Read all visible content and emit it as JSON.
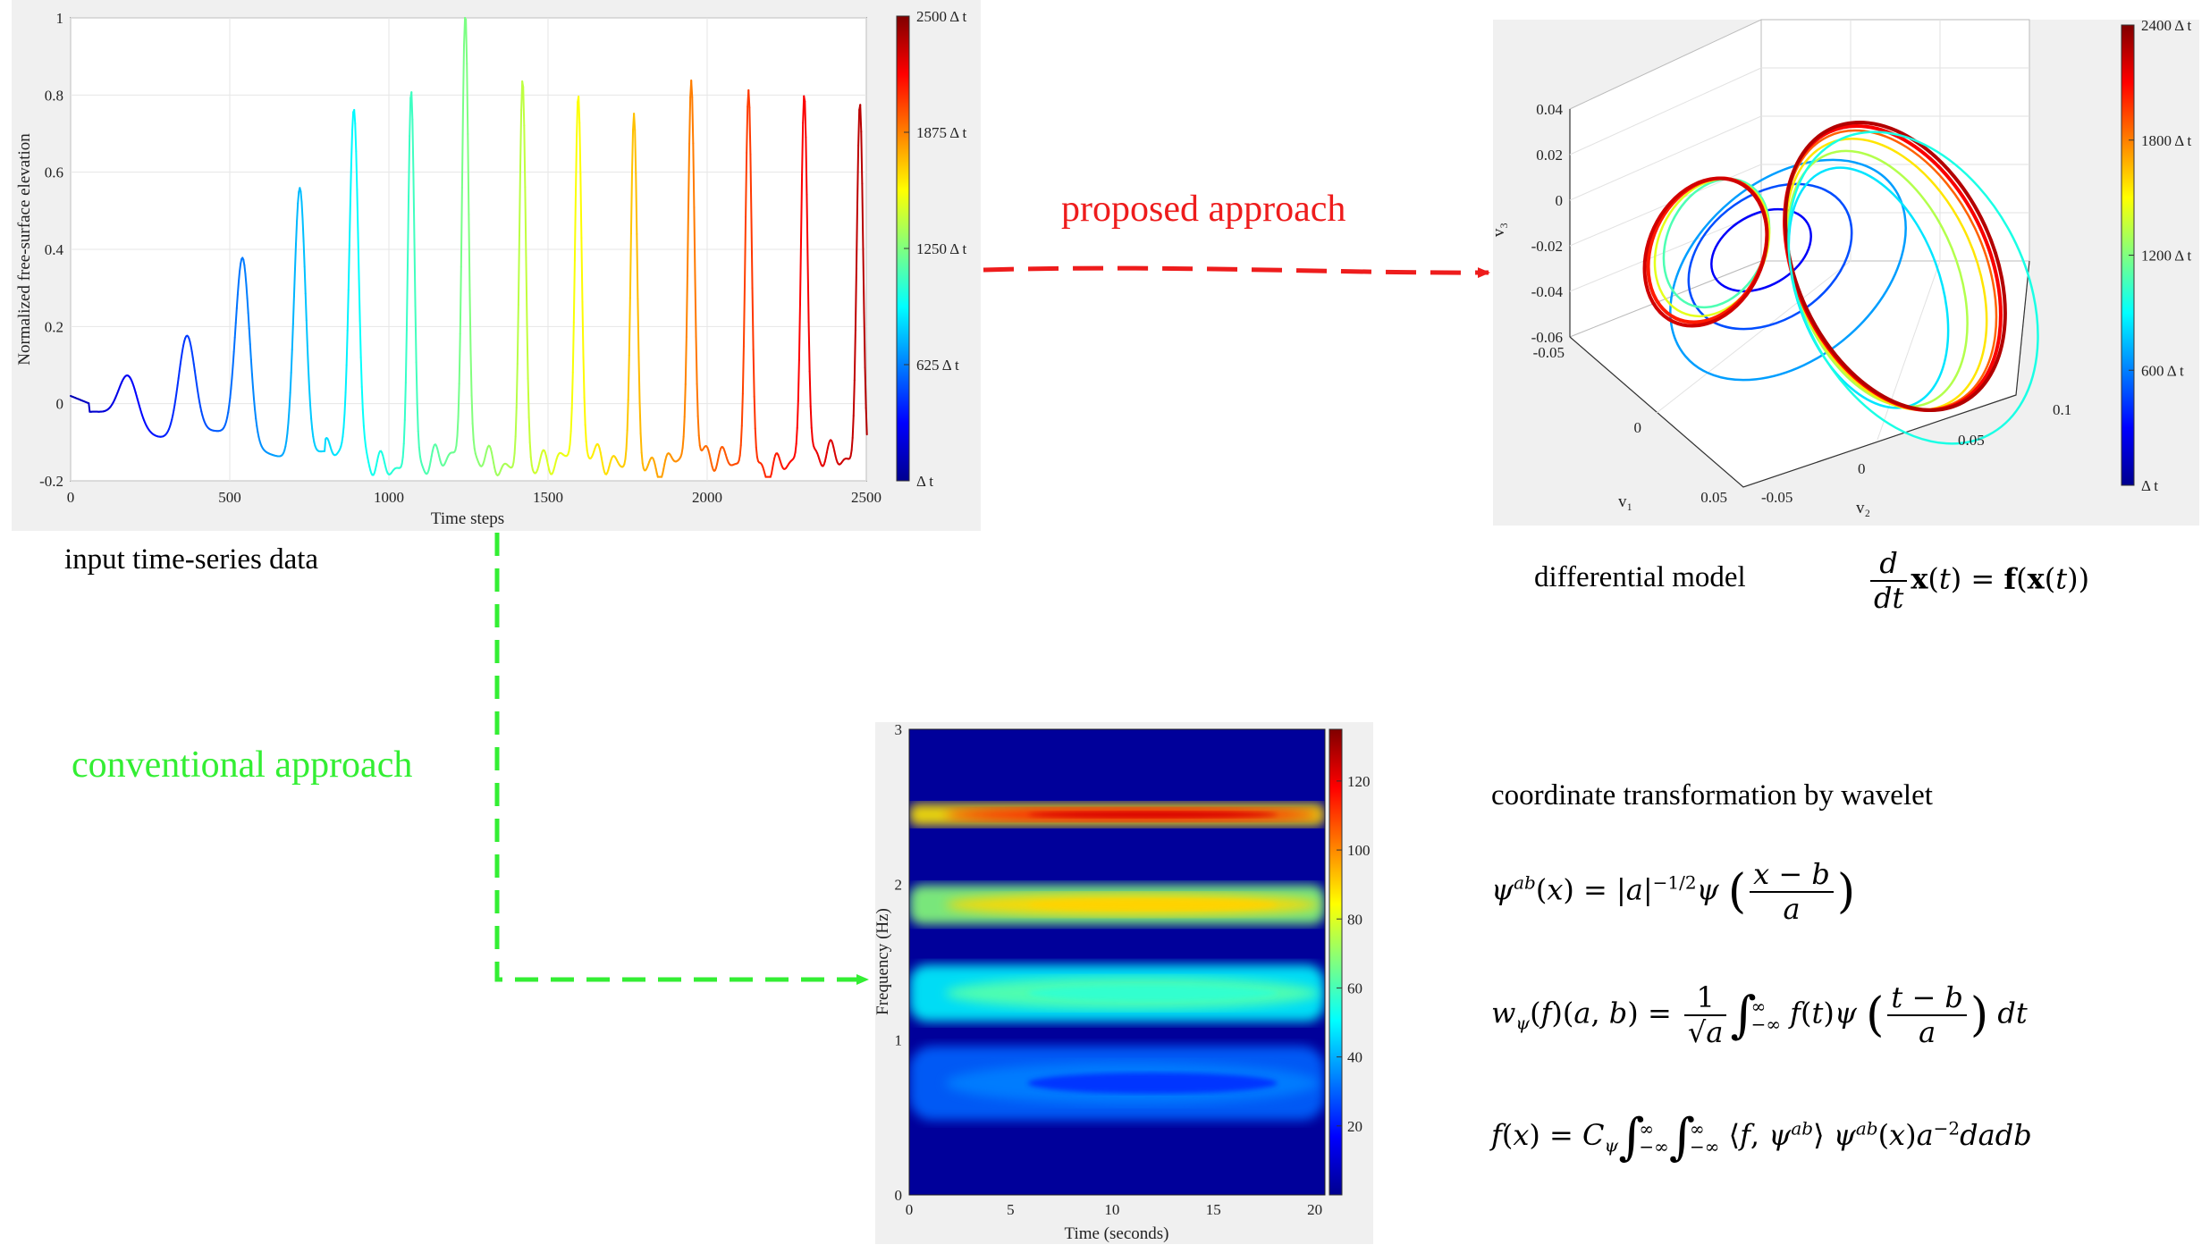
{
  "timeseries": {
    "ylabel": "Normalized free-surface elevation",
    "xlabel": "Time steps",
    "yticks": [
      "1",
      "0.8",
      "0.6",
      "0.4",
      "0.2",
      "0",
      "-0.2"
    ],
    "xticks": [
      "0",
      "500",
      "1000",
      "1500",
      "2000",
      "2500"
    ],
    "colorbar_ticks": [
      "2500 Δ t",
      "1875 Δ t",
      "1250 Δ t",
      "625 Δ t",
      "Δ t"
    ],
    "caption": "input time-series data"
  },
  "phase": {
    "zlabel": "v₃",
    "xlabel": "v₁",
    "ylabel": "v₂",
    "zticks": [
      "0.04",
      "0.02",
      "0",
      "-0.02",
      "-0.04",
      "-0.06"
    ],
    "xticks": [
      "-0.05",
      "0",
      "0.05"
    ],
    "yticks": [
      "-0.05",
      "0",
      "0.05",
      "0.1"
    ],
    "colorbar_ticks": [
      "2400 Δ t",
      "1800 Δ t",
      "1200 Δ t",
      "600 Δ t",
      "Δ t"
    ],
    "caption": "differential model"
  },
  "spectrogram": {
    "ylabel": "Frequency (Hz)",
    "xlabel": "Time (seconds)",
    "yticks": [
      "3",
      "2",
      "1",
      "0"
    ],
    "xticks": [
      "0",
      "5",
      "10",
      "15",
      "20"
    ],
    "colorbar_ticks": [
      "120",
      "100",
      "80",
      "60",
      "40",
      "20"
    ],
    "caption": "coordinate transformation by wavelet"
  },
  "labels": {
    "proposed": "proposed approach",
    "conventional": "conventional approach"
  },
  "colors": {
    "proposed": "#ee1c1c",
    "conventional": "#33ee33"
  },
  "chart_data": [
    {
      "type": "line",
      "xlabel": "Time steps",
      "ylabel": "Normalized free-surface elevation",
      "xlim": [
        0,
        2500
      ],
      "ylim": [
        -0.2,
        1
      ],
      "colormap": "jet",
      "peaks": [
        {
          "x": 180,
          "y": 0.07
        },
        {
          "x": 365,
          "y": 0.18
        },
        {
          "x": 540,
          "y": 0.37
        },
        {
          "x": 720,
          "y": 0.57
        },
        {
          "x": 890,
          "y": 0.75
        },
        {
          "x": 1070,
          "y": 0.83
        },
        {
          "x": 1240,
          "y": 1.0
        },
        {
          "x": 1420,
          "y": 0.86
        },
        {
          "x": 1595,
          "y": 0.78
        },
        {
          "x": 1770,
          "y": 0.77
        },
        {
          "x": 1950,
          "y": 0.82
        },
        {
          "x": 2130,
          "y": 0.83
        },
        {
          "x": 2305,
          "y": 0.79
        },
        {
          "x": 2480,
          "y": 0.79
        }
      ]
    },
    {
      "type": "heatmap",
      "xlabel": "Time (seconds)",
      "ylabel": "Frequency (Hz)",
      "xlim": [
        0,
        20.5
      ],
      "ylim": [
        0,
        3
      ],
      "clim": [
        0,
        135
      ],
      "bands": [
        {
          "freq": 2.45,
          "peak": 130
        },
        {
          "freq": 1.87,
          "peak": 95
        },
        {
          "freq": 1.3,
          "peak": 60
        },
        {
          "freq": 0.72,
          "peak": 25
        }
      ]
    }
  ],
  "equations": {
    "ode": "d/dt x(t) = f(x(t))"
  }
}
